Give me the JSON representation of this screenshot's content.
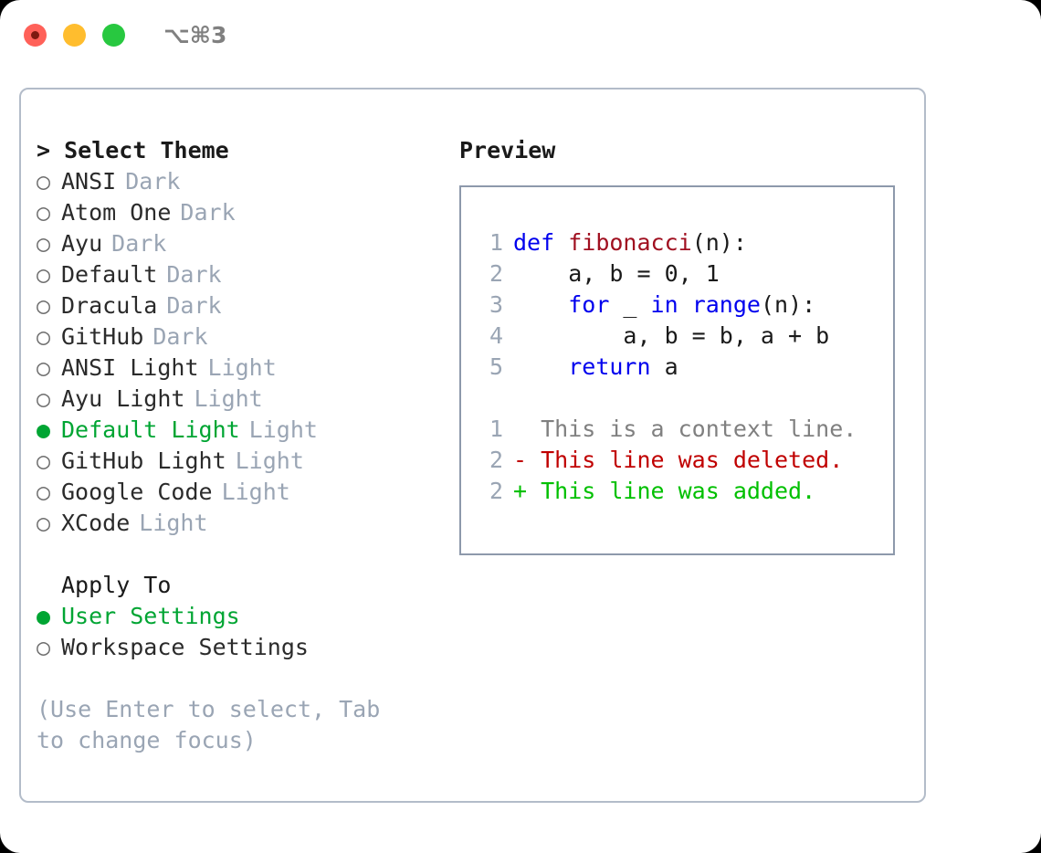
{
  "titlebar": {
    "lights": [
      {
        "name": "close",
        "color": "#ff6159"
      },
      {
        "name": "minimize",
        "color": "#ffbd2e"
      },
      {
        "name": "zoom",
        "color": "#28c840"
      }
    ],
    "shortcut": "⌥⌘3"
  },
  "theme_panel": {
    "header": "> Select Theme",
    "selected_theme": "Default Light",
    "accent_color": "#00a533",
    "items": [
      {
        "marker": "○",
        "name": "ANSI",
        "variant": "Dark",
        "selected": false
      },
      {
        "marker": "○",
        "name": "Atom One",
        "variant": "Dark",
        "selected": false
      },
      {
        "marker": "○",
        "name": "Ayu",
        "variant": "Dark",
        "selected": false
      },
      {
        "marker": "○",
        "name": "Default",
        "variant": "Dark",
        "selected": false
      },
      {
        "marker": "○",
        "name": "Dracula",
        "variant": "Dark",
        "selected": false
      },
      {
        "marker": "○",
        "name": "GitHub",
        "variant": "Dark",
        "selected": false
      },
      {
        "marker": "○",
        "name": "ANSI Light",
        "variant": "Light",
        "selected": false
      },
      {
        "marker": "○",
        "name": "Ayu Light",
        "variant": "Light",
        "selected": false
      },
      {
        "marker": "●",
        "name": "Default Light",
        "variant": "Light",
        "selected": true
      },
      {
        "marker": "○",
        "name": "GitHub Light",
        "variant": "Light",
        "selected": false
      },
      {
        "marker": "○",
        "name": "Google Code",
        "variant": "Light",
        "selected": false
      },
      {
        "marker": "○",
        "name": "XCode",
        "variant": "Light",
        "selected": false
      }
    ],
    "apply_to": {
      "header": "Apply To",
      "options": [
        {
          "marker": "●",
          "label": "User Settings",
          "selected": true
        },
        {
          "marker": "○",
          "label": "Workspace Settings",
          "selected": false
        }
      ]
    },
    "help_text": "(Use Enter to select, Tab to change focus)"
  },
  "preview": {
    "title": "Preview",
    "code_lines": [
      {
        "no": "1",
        "tokens": [
          {
            "t": "def",
            "c": "kw"
          },
          {
            "t": " ",
            "c": "pl"
          },
          {
            "t": "fibonacci",
            "c": "fn"
          },
          {
            "t": "(n):",
            "c": "pl"
          }
        ]
      },
      {
        "no": "2",
        "tokens": [
          {
            "t": "    a, b = 0, 1",
            "c": "pl"
          }
        ]
      },
      {
        "no": "3",
        "tokens": [
          {
            "t": "    ",
            "c": "pl"
          },
          {
            "t": "for",
            "c": "kw"
          },
          {
            "t": " _ ",
            "c": "pl"
          },
          {
            "t": "in",
            "c": "kw"
          },
          {
            "t": " ",
            "c": "pl"
          },
          {
            "t": "range",
            "c": "kw"
          },
          {
            "t": "(n):",
            "c": "pl"
          }
        ]
      },
      {
        "no": "4",
        "tokens": [
          {
            "t": "        a, b = b, a + b",
            "c": "pl"
          }
        ]
      },
      {
        "no": "5",
        "tokens": [
          {
            "t": "    ",
            "c": "pl"
          },
          {
            "t": "return",
            "c": "kw"
          },
          {
            "t": " a",
            "c": "pl"
          }
        ]
      }
    ],
    "diff_lines": [
      {
        "no": "1",
        "sign": " ",
        "text": " This is a context line.",
        "kind": "ctx"
      },
      {
        "no": "2",
        "sign": "-",
        "text": " This line was deleted.",
        "kind": "del"
      },
      {
        "no": "2",
        "sign": "+",
        "text": " This line was added.",
        "kind": "add"
      }
    ]
  }
}
